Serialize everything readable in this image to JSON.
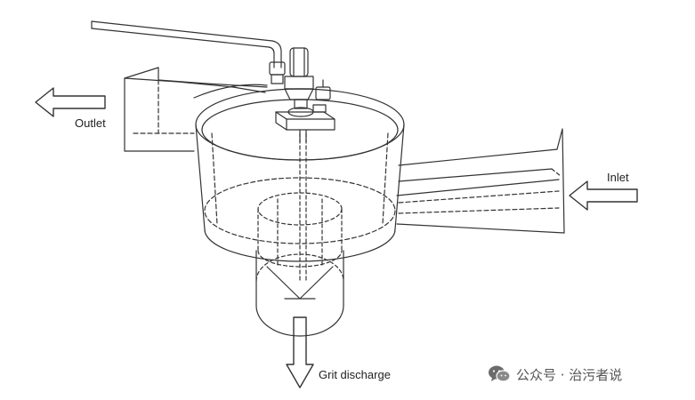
{
  "labels": {
    "outlet": "Outlet",
    "inlet": "Inlet",
    "grit_discharge": "Grit discharge"
  },
  "watermark": {
    "icon": "wechat-icon",
    "text": "公众号 · 治污者说"
  },
  "colors": {
    "line": "#333333",
    "background": "#ffffff"
  }
}
